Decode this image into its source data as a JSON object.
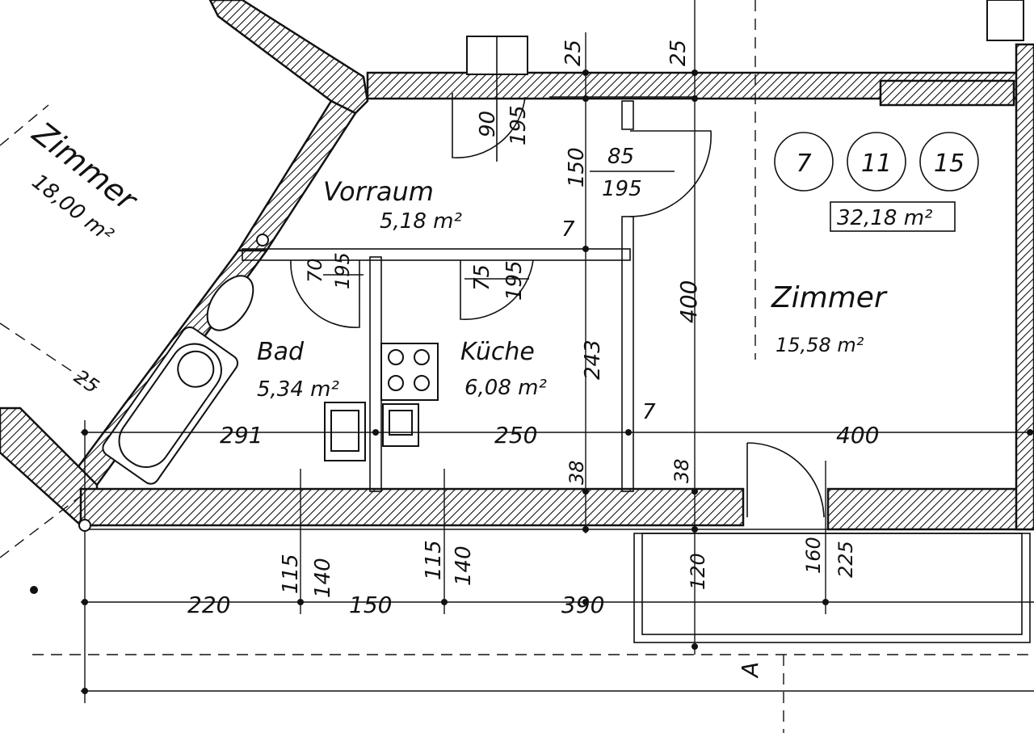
{
  "rooms": {
    "zimmer_left": {
      "name": "Zimmer",
      "area": "18,00 m²"
    },
    "vorraum": {
      "name": "Vorraum",
      "area": "5,18 m²"
    },
    "bad": {
      "name": "Bad",
      "area": "5,34 m²"
    },
    "kueche": {
      "name": "Küche",
      "area": "6,08 m²"
    },
    "zimmer_right": {
      "name": "Zimmer",
      "area": "15,58 m²"
    }
  },
  "unit": {
    "circles": [
      "7",
      "11",
      "15"
    ],
    "total_area": "32,18 m²"
  },
  "door_labels": {
    "vorraum_top": {
      "width": "90",
      "height": "195"
    },
    "vorraum_right": {
      "width": "85",
      "height": "195"
    },
    "bad": {
      "width": "70",
      "height": "195"
    },
    "kueche": {
      "width": "75",
      "height": "195"
    }
  },
  "dimensions": {
    "top_wall_a": "25",
    "top_wall_b": "25",
    "corridor_150": "150",
    "wall_7a": "7",
    "wall_7b": "7",
    "height_400": "400",
    "kueche_243": "243",
    "wall_38a": "38",
    "wall_38b": "38",
    "diag_25": "25",
    "row_291": "291",
    "row_250": "250",
    "row_400": "400",
    "win_115a": "115",
    "win_140a": "140",
    "win_115b": "115",
    "win_140b": "140",
    "balcony_120": "120",
    "win_160": "160",
    "win_225": "225",
    "row_220": "220",
    "row_150": "150",
    "row_390": "390",
    "section_mark": "A"
  }
}
